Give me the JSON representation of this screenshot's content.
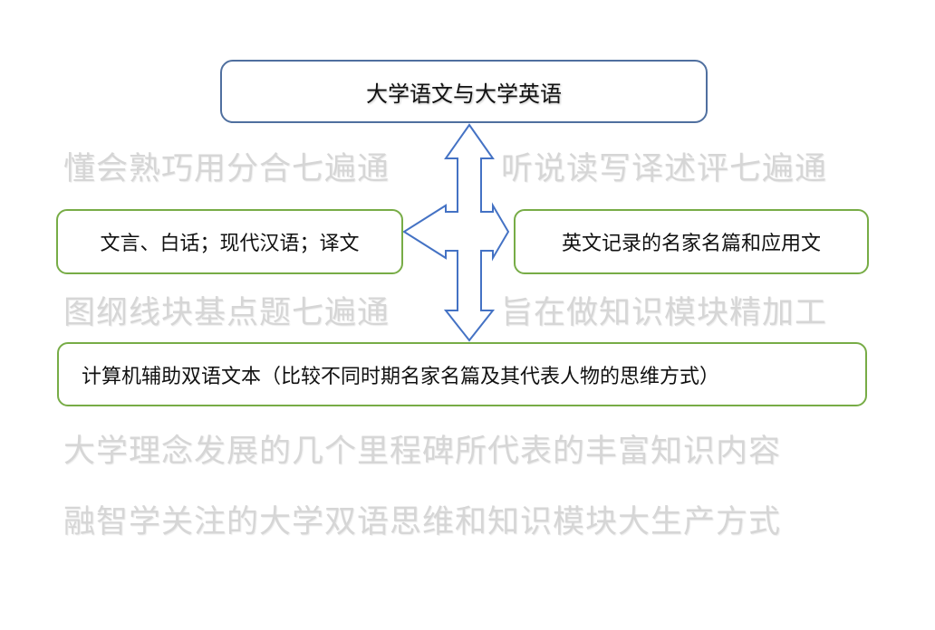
{
  "diagram": {
    "top_box": {
      "label": "大学语文与大学英语"
    },
    "left_box": {
      "label": "文言、白话；现代汉语；译文"
    },
    "right_box": {
      "label": "英文记录的名家名篇和应用文"
    },
    "bottom_box": {
      "label": "计算机辅助双语文本（比较不同时期名家名篇及其代表人物的思维方式）"
    },
    "connector": {
      "icon": "four-way-arrow-icon",
      "stroke_color": "#4472c4"
    },
    "colors": {
      "top_border": "#4f6f9f",
      "child_border": "#77ac46",
      "watermark_text": "#d6d6d6"
    }
  },
  "watermarks": {
    "row1_left": "懂会熟巧用分合七遍通",
    "row1_right": "听说读写译述评七遍通",
    "row2_left": "图纲线块基点题七遍通",
    "row2_right": "旨在做知识模块精加工",
    "row3": "大学理念发展的几个里程碑所代表的丰富知识内容",
    "row4": "融智学关注的大学双语思维和知识模块大生产方式"
  }
}
